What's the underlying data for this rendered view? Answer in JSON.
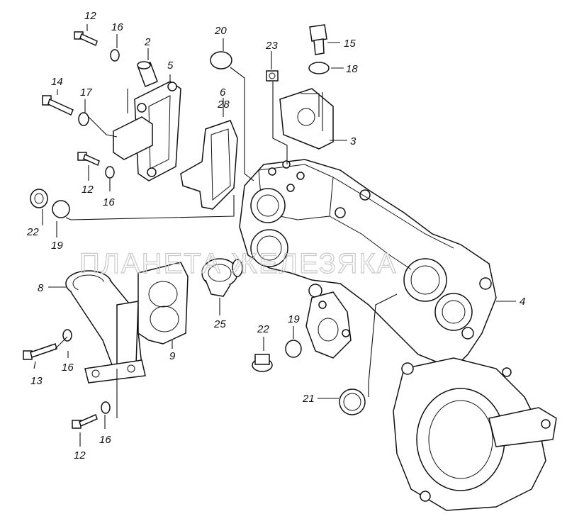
{
  "watermark": "ПЛАНЕТА ЖЕЛЕЗЯКА",
  "labels": {
    "l2": "2",
    "l3": "3",
    "l4": "4",
    "l5": "5",
    "l6": "6",
    "l8": "8",
    "l9": "9",
    "l12a": "12",
    "l12b": "12",
    "l12c": "12",
    "l13": "13",
    "l14": "14",
    "l15": "15",
    "l16a": "16",
    "l16b": "16",
    "l16c": "16",
    "l16d": "16",
    "l17": "17",
    "l18": "18",
    "l19a": "19",
    "l19b": "19",
    "l20": "20",
    "l21": "21",
    "l22a": "22",
    "l22b": "22",
    "l23": "23",
    "l25": "25",
    "l28": "28"
  }
}
